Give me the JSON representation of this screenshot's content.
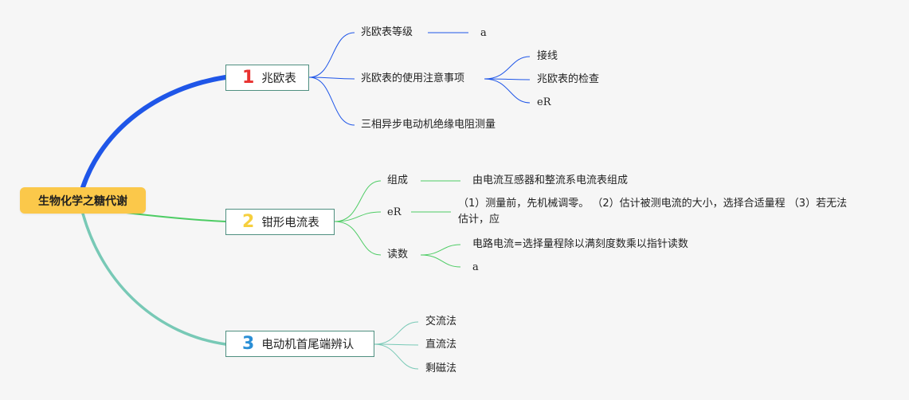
{
  "root": {
    "label": "生物化学之糖代谢"
  },
  "branches": [
    {
      "number": "1",
      "label": "兆欧表",
      "number_color": "#e8312f",
      "children": [
        {
          "label": "兆欧表等级",
          "children": [
            {
              "label": "a"
            }
          ]
        },
        {
          "label": "兆欧表的使用注意事项",
          "children": [
            {
              "label": "接线"
            },
            {
              "label": "兆欧表的检查"
            },
            {
              "label": "eR"
            }
          ]
        },
        {
          "label": "三相异步电动机绝缘电阻测量"
        }
      ]
    },
    {
      "number": "2",
      "label": "钳形电流表",
      "number_color": "#f6cf3e",
      "children": [
        {
          "label": "组成",
          "children": [
            {
              "label": "由电流互感器和整流系电流表组成"
            }
          ]
        },
        {
          "label": "eR",
          "children": [
            {
              "label": "（1）测量前，先机械调零。 （2）估计被测电流的大小，选择合适量程 （3）若无法估计，应"
            }
          ]
        },
        {
          "label": "读数",
          "children": [
            {
              "label": "电路电流=选择量程除以满刻度数乘以指针读数"
            },
            {
              "label": "a"
            }
          ]
        }
      ]
    },
    {
      "number": "3",
      "label": "电动机首尾端辨认",
      "number_color": "#2b8fd6",
      "children": [
        {
          "label": "交流法"
        },
        {
          "label": "直流法"
        },
        {
          "label": "剩磁法"
        }
      ]
    }
  ],
  "colors": {
    "branch1": "#1f56e8",
    "branch2": "#4dcc64",
    "branch3": "#78c9b6",
    "root_fill": "#fbc84a",
    "background": "#f6f6f6"
  }
}
